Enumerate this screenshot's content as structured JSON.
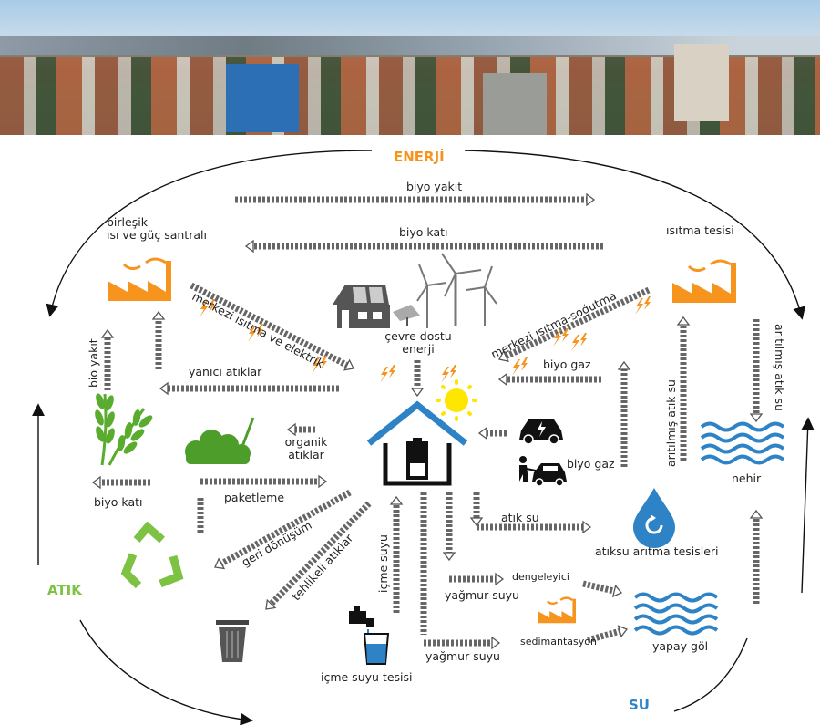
{
  "categories": {
    "energy": {
      "label": "ENERJİ",
      "color": "#f7941d"
    },
    "waste": {
      "label": "ATIK",
      "color": "#7dc242"
    },
    "water": {
      "label": "SU",
      "color": "#2e83c7"
    }
  },
  "nodes": {
    "chp_plant": {
      "line1": "birleşik",
      "line2": "ısı ve güç santralı"
    },
    "heating_plant": "ısıtma tesisi",
    "green_energy": {
      "line1": "çevre dostu",
      "line2": "enerji"
    },
    "organic_waste": {
      "line1": "organik",
      "line2": "atıklar"
    },
    "river": "nehir",
    "wastewater_plant": "atıksu arıtma tesisleri",
    "drinking_water_plant": "içme suyu tesisi",
    "artificial_lake": "yapay göl"
  },
  "flows": {
    "bio_fuel_top": "biyo yakıt",
    "bio_solid_top": "biyo katı",
    "district_heat_power": "merkezi ısıtma ve elektrik",
    "district_heat_cool": "merkezi ısıtma-soğutma",
    "biogas_top": "biyo gaz",
    "flammable_waste": "yanıcı atıklar",
    "bio_fuel_left": "bio yakıt",
    "treated_wastewater_1": "arıtılmış atık su",
    "treated_wastewater_2": "arıtılmış atık su",
    "biogas_car": "biyo gaz",
    "bio_solid_bottom": "biyo katı",
    "packaging": "paketleme",
    "recycling": "geri dönüşüm",
    "hazardous_waste": "tehlikeli atıklar",
    "drinking_water": "içme suyu",
    "wastewater": "atık su",
    "rainwater_1": "yağmur suyu",
    "rainwater_2": "yağmur suyu",
    "equalizer": "dengeleyici",
    "sedimentation": "sedimantasyon"
  }
}
